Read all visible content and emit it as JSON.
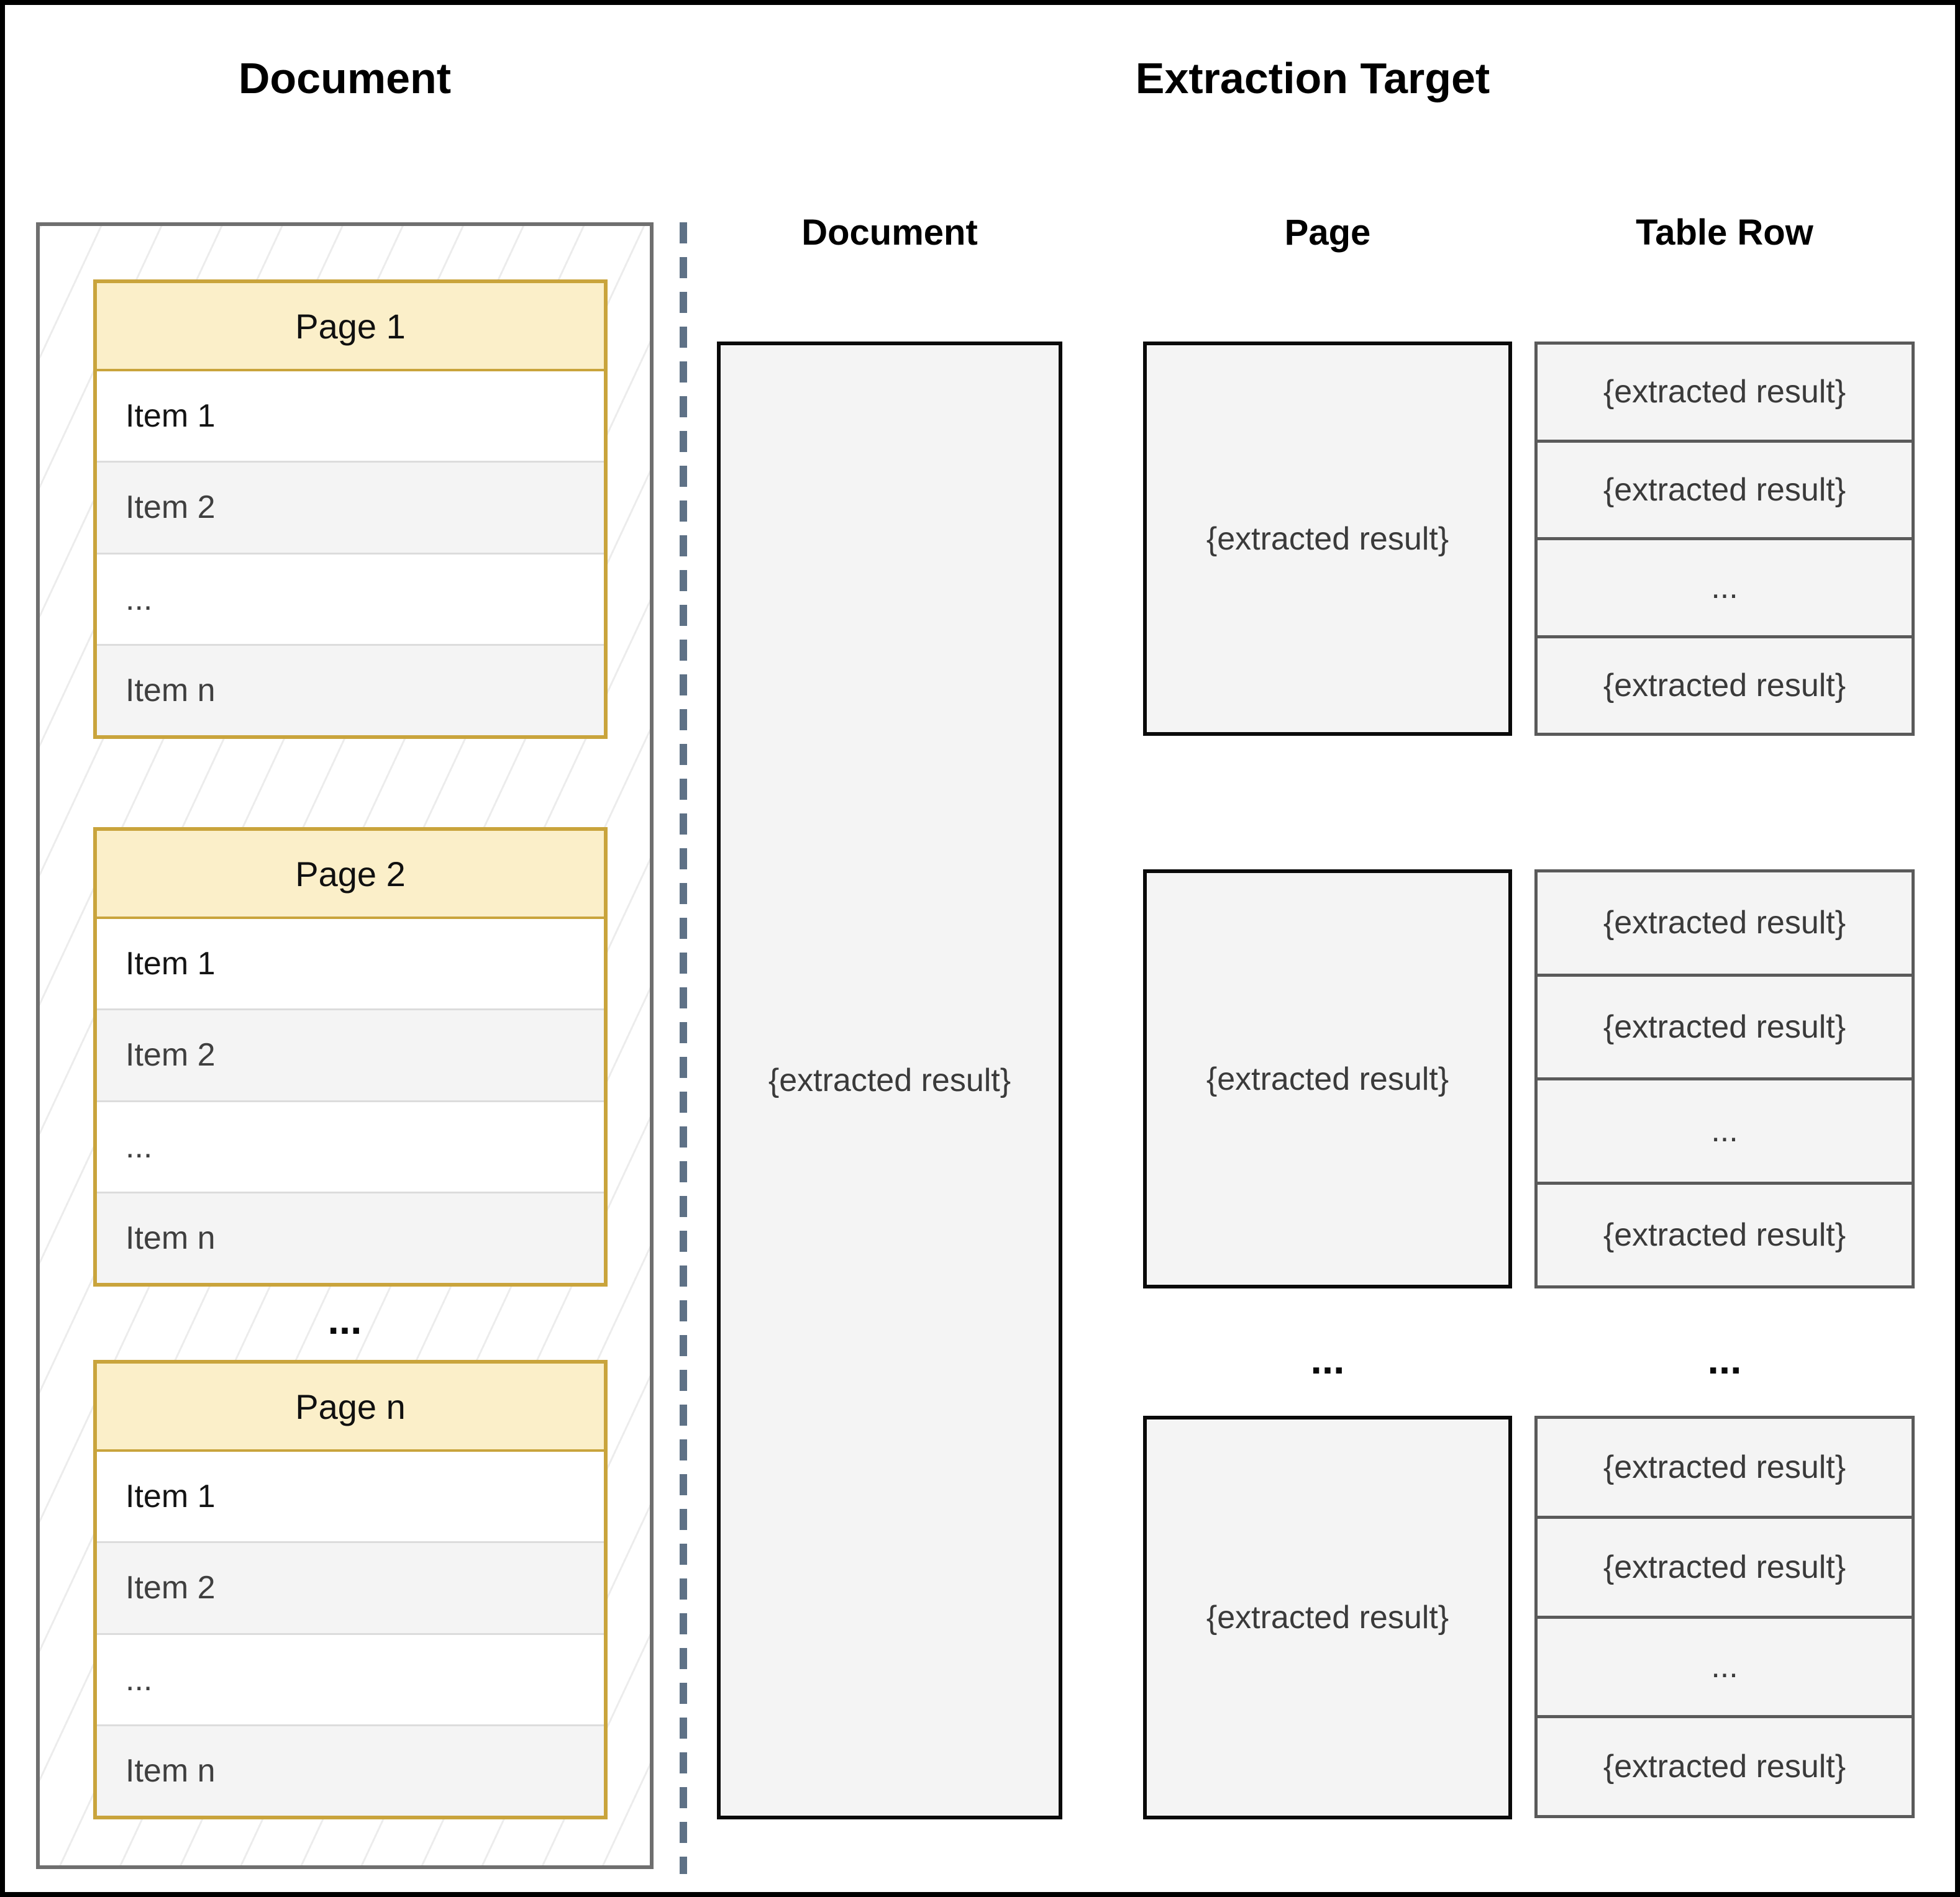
{
  "header": {
    "left_title": "Document",
    "right_title": "Extraction Target"
  },
  "source_panel": {
    "pages": [
      {
        "title": "Page 1",
        "items": [
          "Item 1",
          "Item 2",
          "...",
          "Item n"
        ]
      },
      {
        "title": "Page 2",
        "items": [
          "Item 1",
          "Item 2",
          "...",
          "Item n"
        ]
      },
      {
        "title": "Page n",
        "items": [
          "Item 1",
          "Item 2",
          "...",
          "Item n"
        ]
      }
    ],
    "ellipsis": "..."
  },
  "targets": {
    "columns": {
      "document_label": "Document",
      "page_label": "Page",
      "table_row_label": "Table Row"
    },
    "document": {
      "result": "{extracted result}"
    },
    "page": {
      "results": [
        "{extracted result}",
        "{extracted result}",
        "{extracted result}"
      ],
      "ellipsis": "..."
    },
    "table_row": {
      "groups": [
        {
          "rows": [
            "{extracted result}",
            "{extracted result}",
            "...",
            "{extracted result}"
          ]
        },
        {
          "rows": [
            "{extracted result}",
            "{extracted result}",
            "...",
            "{extracted result}"
          ]
        },
        {
          "rows": [
            "{extracted result}",
            "{extracted result}",
            "...",
            "{extracted result}"
          ]
        }
      ],
      "ellipsis": "..."
    }
  },
  "colors": {
    "page_header_fill": "#FBEFC9",
    "page_card_border": "#C9A43C",
    "panel_border": "#6F6F6F",
    "hatch_line": "#ECECEC",
    "box_fill": "#F4F4F4",
    "strong_border": "#0A0A0A",
    "table_border": "#5A5A5A",
    "dashed_divider": "#5E7186",
    "result_text": "#3A3A3A"
  }
}
